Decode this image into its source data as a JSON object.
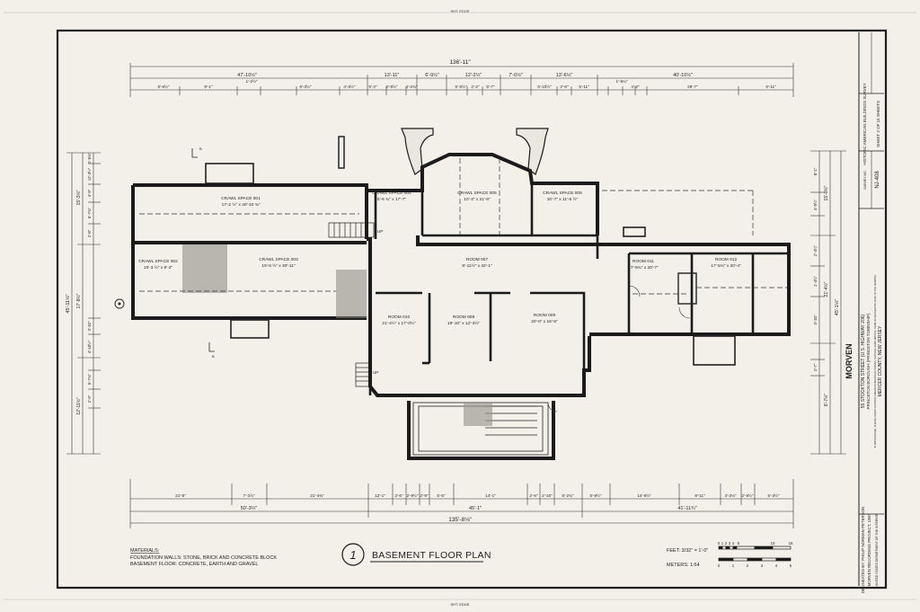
{
  "sheet": {
    "top_label": "SHT. EDGE",
    "bottom_label": "SHT. EDGE"
  },
  "dimensions": {
    "top_overall": "136'-11\"",
    "top_row2": [
      "47'-10½\"",
      "13'-11\"",
      "6'-9½\"",
      "12'-2½\"",
      "7'-0½\"",
      "13'-6½\"",
      "40'-10½\""
    ],
    "top_row3": [
      "6'-6½\"",
      "9'-1\"",
      "1'-2½\"",
      "6'-3½\"",
      "4'-5½\"",
      "5'-4\"",
      "2'-8½\"",
      "4'-2¾\"",
      "5'-5½\"",
      "2'-2\"",
      "5'-7\"",
      "5'-10½\"",
      "2'-6\"",
      "5'-11\"",
      "1'-5¼\"",
      "4'-2\"",
      "28'-7\"",
      "6'-11\""
    ],
    "bottom_row1": [
      "21'-5\"",
      "7'-3⅞\"",
      "21'-4¾\"",
      "12'-1\"",
      "3'-6\"",
      "2'-9½\"",
      "2'-9\"",
      "5'-5\"",
      "14'-1\"",
      "2'-6\"",
      "2'-10\"",
      "5'-2¾\"",
      "5'-8½\"",
      "14'-6½\"",
      "8'-11\"",
      "4'-3⅛\"",
      "2'-8½\"",
      "5'-3½\""
    ],
    "bottom_row2": [
      "50'-3½\"",
      "45'-1\"",
      "41'-11¾\""
    ],
    "bottom_overall": "135'-8⅛\"",
    "left_overall": "45'-11½\"",
    "left_row": [
      "15'-3⅛\"",
      "17'-8½\"",
      "12'-11½\""
    ],
    "left_inner": [
      "1'-5¾\"",
      "12'-3½\"",
      "4'-9\"",
      "6'-7¾\"",
      "2'-8\"",
      "3'-10\"",
      "4'-10½\"",
      "5'-7¾\"",
      "2'-9\""
    ],
    "right_overall": "45'-1½\"",
    "right_row": [
      "15'-0½\"",
      "21'-4½\"",
      "8'-7½\""
    ],
    "right_inner": [
      "8'-1\"",
      "4'-5½\"",
      "2'-4½\"",
      "1'-4½\"",
      "3'-10\"",
      "2'-7\""
    ]
  },
  "rooms": [
    {
      "name": "CRAWL SPACE 001",
      "size": "17'-2 ½\" x 40'-10 ¾\""
    },
    {
      "name": "CRAWL SPACE 002",
      "size": "15'-3 ½\" x 9'-2\""
    },
    {
      "name": "CRAWL SPACE 003",
      "size": "15'-8 ½\" x 30'-11\""
    },
    {
      "name": "CRAWL SPACE 004",
      "size": "5'-6 ¾\" x 17'-7\""
    },
    {
      "name": "CRAWL SPACE 005",
      "size": "10'-3\" x 21'-6\""
    },
    {
      "name": "CRAWL SPACE 006",
      "size": "10'-7\" x 11'-5 ½\""
    },
    {
      "name": "ROOM 007",
      "size": "9'-11½\" x 42'-1\""
    },
    {
      "name": "ROOM 008",
      "size": "16'-10\" x 12'-3½\""
    },
    {
      "name": "ROOM 009",
      "size": "20'-0\" x 16'-5\""
    },
    {
      "name": "ROOM 010",
      "size": "21'-4½\" x 17'-0½\""
    },
    {
      "name": "ROOM 011",
      "size": "17'-5¾\" x 20'-7\""
    },
    {
      "name": "ROOM 012",
      "size": "17'-5¾\" x 20'-4\""
    }
  ],
  "plan_marks": {
    "up_label": "UP",
    "stair_label": "UP",
    "section_marks": [
      "B",
      "B"
    ]
  },
  "drawing_title": {
    "number": "1",
    "title": "BASEMENT FLOOR PLAN"
  },
  "materials": {
    "heading": "MATERIALS:",
    "line1": "FOUNDATION WALLS: STONE, BRICK AND CONCRETE BLOCK",
    "line2": "BASEMENT FLOOR: CONCRETE, EARTH AND GRAVEL"
  },
  "scales": {
    "feet_label": "FEET: 3/32\" = 1'-0\"",
    "feet_ticks": [
      "0",
      "1",
      "2",
      "3",
      "4",
      "5",
      "10",
      "15"
    ],
    "meters_label": "METERS: 1:64",
    "meter_ticks": [
      "0",
      "1",
      "2",
      "3",
      "4",
      "5"
    ]
  },
  "title_block": {
    "delineator": "DELINEATED BY: PHILIP NORMAN PETERSON",
    "project": "MORVEN RECORDING PROJECT, 1987",
    "agency": "UNITED STATES DEPARTMENT OF THE INTERIOR",
    "name": "MORVEN",
    "address": "55 STOCKTON STREET (U.S. HIGHWAY 206)",
    "location": "PRINCETON BOROUGH (PRINCETON TOWNSHIP)",
    "county": "MERCER COUNTY, NEW JERSEY",
    "survey_no": "NJ-408",
    "survey_label": "SURVEY NO.",
    "program": "HISTORIC AMERICAN BUILDINGS SURVEY",
    "sheet": "SHEET 2 OF 15 SHEETS",
    "note": "IF REPRODUCED, PLEASE CREDIT: HISTORIC AMERICAN BUILDINGS SURVEY, NATIONAL PARK SERVICE, NAME OF DELINEATOR, DATE OF THE DRAWING"
  }
}
